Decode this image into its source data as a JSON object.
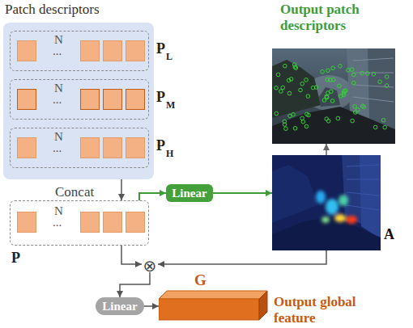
{
  "diagram": {
    "nodes": [
      {
        "text": [
          "Patch descriptors"
        ]
      },
      {
        "text": [
          "N",
          "...",
          "P",
          "L"
        ],
        "in": 0
      },
      {
        "text": [
          "N",
          "...",
          "P",
          "M"
        ],
        "in": 0
      },
      {
        "text": [
          "N",
          "...",
          "P",
          "H"
        ],
        "in": 0
      },
      {
        "text": [
          "Output patch descriptors"
        ]
      },
      {
        "text": [
          "N",
          "...",
          "P"
        ]
      },
      {
        "text": [
          "Linear"
        ]
      },
      {
        "text": [
          "A"
        ]
      },
      {
        "text": [
          "⊗"
        ]
      },
      {
        "text": [
          "Linear"
        ]
      },
      {
        "text": [
          "G",
          "Output global feature"
        ]
      }
    ],
    "edges": [
      {
        "from": 0,
        "to": 5,
        "arrow": "to",
        "label": "Concat"
      },
      {
        "from": 5,
        "to": 6,
        "arrow": "to"
      },
      {
        "from": 6,
        "to": 7,
        "arrow": "to"
      },
      {
        "from": 7,
        "to": 4,
        "arrow": "to"
      },
      {
        "from": 5,
        "to": 8,
        "arrow": "to"
      },
      {
        "from": 7,
        "to": 8,
        "arrow": "to"
      },
      {
        "from": 8,
        "to": 9,
        "arrow": "to"
      },
      {
        "from": 9,
        "to": 10,
        "arrow": "to"
      }
    ]
  }
}
